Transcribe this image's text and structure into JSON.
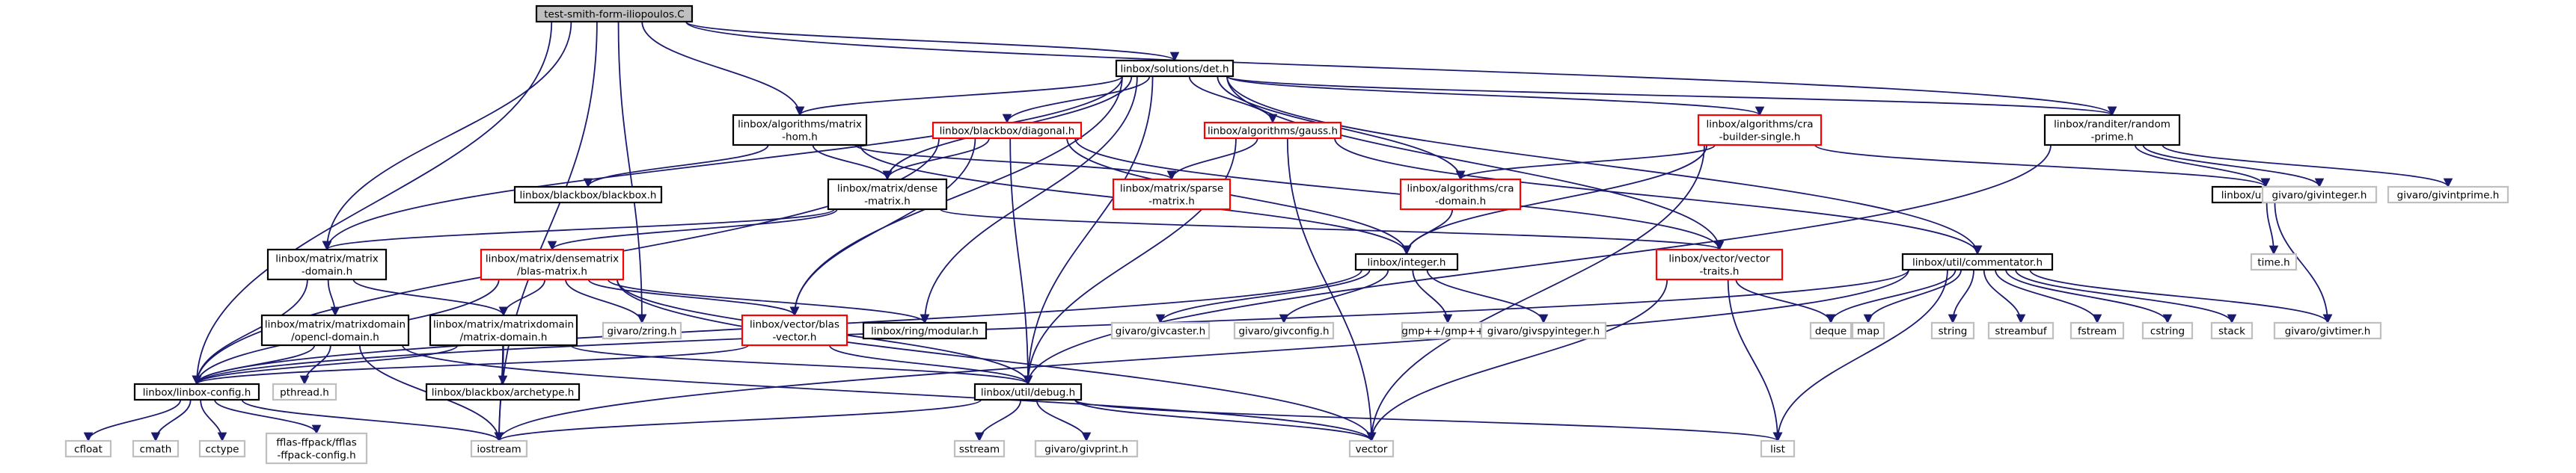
{
  "colors": {
    "edge": "#191970",
    "border_black": "#000000",
    "border_red": "#ff0000",
    "border_gray": "#bfbfbf",
    "root_fill": "#bfbfbf",
    "fill": "#ffffff",
    "text": "#000000"
  },
  "graph": {
    "nodes": [
      {
        "id": "root",
        "lines": [
          "test-smith-form-iliopoulos.C"
        ],
        "border": "black",
        "filled": true
      },
      {
        "id": "solutions_det",
        "lines": [
          "linbox/solutions/det.h"
        ],
        "border": "black"
      },
      {
        "id": "randiter_random_prime",
        "lines": [
          "linbox/randiter/random",
          "-prime.h"
        ],
        "border": "black"
      },
      {
        "id": "algorithms_matrix_hom",
        "lines": [
          "linbox/algorithms/matrix",
          "-hom.h"
        ],
        "border": "black"
      },
      {
        "id": "blackbox_diagonal",
        "lines": [
          "linbox/blackbox/diagonal.h"
        ],
        "border": "red"
      },
      {
        "id": "algorithms_gauss",
        "lines": [
          "linbox/algorithms/gauss.h"
        ],
        "border": "red"
      },
      {
        "id": "algorithms_cra_builder_single",
        "lines": [
          "linbox/algorithms/cra",
          "-builder-single.h"
        ],
        "border": "red"
      },
      {
        "id": "blackbox_blackbox",
        "lines": [
          "linbox/blackbox/blackbox.h"
        ],
        "border": "black"
      },
      {
        "id": "matrix_sparse_matrix",
        "lines": [
          "linbox/matrix/sparse",
          "-matrix.h"
        ],
        "border": "red"
      },
      {
        "id": "matrix_dense_matrix",
        "lines": [
          "linbox/matrix/dense",
          "-matrix.h"
        ],
        "border": "black"
      },
      {
        "id": "algorithms_cra_domain",
        "lines": [
          "linbox/algorithms/cra",
          "-domain.h"
        ],
        "border": "red"
      },
      {
        "id": "util_timer",
        "lines": [
          "linbox/util/timer.h"
        ],
        "border": "black"
      },
      {
        "id": "givinteger",
        "lines": [
          "givaro/givinteger.h"
        ],
        "border": "gray"
      },
      {
        "id": "givintprime",
        "lines": [
          "givaro/givintprime.h"
        ],
        "border": "gray"
      },
      {
        "id": "time_h",
        "lines": [
          "time.h"
        ],
        "border": "gray"
      },
      {
        "id": "matrix_matrix_domain",
        "lines": [
          "linbox/matrix/matrix",
          "-domain.h"
        ],
        "border": "black"
      },
      {
        "id": "densematrix_blas_matrix",
        "lines": [
          "linbox/matrix/densematrix",
          "/blas-matrix.h"
        ],
        "border": "red"
      },
      {
        "id": "integer_h",
        "lines": [
          "linbox/integer.h"
        ],
        "border": "black"
      },
      {
        "id": "vector_vector_traits",
        "lines": [
          "linbox/vector/vector",
          "-traits.h"
        ],
        "border": "red"
      },
      {
        "id": "util_commentator",
        "lines": [
          "linbox/util/commentator.h"
        ],
        "border": "black"
      },
      {
        "id": "opencl_domain",
        "lines": [
          "linbox/matrix/matrixdomain",
          "/opencl-domain.h"
        ],
        "border": "black"
      },
      {
        "id": "mdomain_matrix_domain",
        "lines": [
          "linbox/matrix/matrixdomain",
          "/matrix-domain.h"
        ],
        "border": "black"
      },
      {
        "id": "givzring",
        "lines": [
          "givaro/zring.h"
        ],
        "border": "gray"
      },
      {
        "id": "vector_blas_vector",
        "lines": [
          "linbox/vector/blas",
          "-vector.h"
        ],
        "border": "red"
      },
      {
        "id": "ring_modular",
        "lines": [
          "linbox/ring/modular.h"
        ],
        "border": "black"
      },
      {
        "id": "givcaster",
        "lines": [
          "givaro/givcaster.h"
        ],
        "border": "gray"
      },
      {
        "id": "givconfig",
        "lines": [
          "givaro/givconfig.h"
        ],
        "border": "gray"
      },
      {
        "id": "gmpxx",
        "lines": [
          "gmp++/gmp++.h"
        ],
        "border": "gray"
      },
      {
        "id": "givspyinteger",
        "lines": [
          "givaro/givspyinteger.h"
        ],
        "border": "gray"
      },
      {
        "id": "deque",
        "lines": [
          "deque"
        ],
        "border": "gray"
      },
      {
        "id": "map",
        "lines": [
          "map"
        ],
        "border": "gray"
      },
      {
        "id": "string",
        "lines": [
          "string"
        ],
        "border": "gray"
      },
      {
        "id": "streambuf",
        "lines": [
          "streambuf"
        ],
        "border": "gray"
      },
      {
        "id": "fstream",
        "lines": [
          "fstream"
        ],
        "border": "gray"
      },
      {
        "id": "cstring",
        "lines": [
          "cstring"
        ],
        "border": "gray"
      },
      {
        "id": "stack",
        "lines": [
          "stack"
        ],
        "border": "gray"
      },
      {
        "id": "givtimer",
        "lines": [
          "givaro/givtimer.h"
        ],
        "border": "gray"
      },
      {
        "id": "linbox_config",
        "lines": [
          "linbox/linbox-config.h"
        ],
        "border": "black"
      },
      {
        "id": "pthread",
        "lines": [
          "pthread.h"
        ],
        "border": "gray"
      },
      {
        "id": "blackbox_archetype",
        "lines": [
          "linbox/blackbox/archetype.h"
        ],
        "border": "black"
      },
      {
        "id": "util_debug",
        "lines": [
          "linbox/util/debug.h"
        ],
        "border": "black"
      },
      {
        "id": "cfloat",
        "lines": [
          "cfloat"
        ],
        "border": "gray"
      },
      {
        "id": "cmath",
        "lines": [
          "cmath"
        ],
        "border": "gray"
      },
      {
        "id": "cctype",
        "lines": [
          "cctype"
        ],
        "border": "gray"
      },
      {
        "id": "fflas_config",
        "lines": [
          "fflas-ffpack/fflas",
          "-ffpack-config.h"
        ],
        "border": "gray"
      },
      {
        "id": "iostream",
        "lines": [
          "iostream"
        ],
        "border": "gray"
      },
      {
        "id": "vector",
        "lines": [
          "vector"
        ],
        "border": "gray"
      },
      {
        "id": "sstream",
        "lines": [
          "sstream"
        ],
        "border": "gray"
      },
      {
        "id": "givprint",
        "lines": [
          "givaro/givprint.h"
        ],
        "border": "gray"
      },
      {
        "id": "list",
        "lines": [
          "list"
        ],
        "border": "gray"
      }
    ],
    "edges": [
      [
        "root",
        "solutions_det"
      ],
      [
        "root",
        "randiter_random_prime"
      ],
      [
        "root",
        "algorithms_matrix_hom"
      ],
      [
        "root",
        "matrix_matrix_domain"
      ],
      [
        "root",
        "linbox_config"
      ],
      [
        "root",
        "iostream"
      ],
      [
        "root",
        "givzring"
      ],
      [
        "solutions_det",
        "algorithms_matrix_hom"
      ],
      [
        "solutions_det",
        "blackbox_diagonal"
      ],
      [
        "solutions_det",
        "algorithms_gauss"
      ],
      [
        "solutions_det",
        "algorithms_cra_builder_single"
      ],
      [
        "solutions_det",
        "algorithms_cra_domain"
      ],
      [
        "solutions_det",
        "randiter_random_prime"
      ],
      [
        "solutions_det",
        "util_commentator"
      ],
      [
        "solutions_det",
        "vector_vector_traits"
      ],
      [
        "solutions_det",
        "matrix_matrix_domain"
      ],
      [
        "solutions_det",
        "matrix_dense_matrix"
      ],
      [
        "solutions_det",
        "vector_blas_vector"
      ],
      [
        "solutions_det",
        "ring_modular"
      ],
      [
        "solutions_det",
        "util_debug"
      ],
      [
        "algorithms_matrix_hom",
        "blackbox_blackbox"
      ],
      [
        "algorithms_matrix_hom",
        "matrix_dense_matrix"
      ],
      [
        "algorithms_matrix_hom",
        "integer_h"
      ],
      [
        "algorithms_matrix_hom",
        "matrix_sparse_matrix"
      ],
      [
        "blackbox_diagonal",
        "matrix_dense_matrix"
      ],
      [
        "blackbox_diagonal",
        "vector_vector_traits"
      ],
      [
        "blackbox_diagonal",
        "util_debug"
      ],
      [
        "blackbox_diagonal",
        "vector_blas_vector"
      ],
      [
        "blackbox_diagonal",
        "linbox_config"
      ],
      [
        "blackbox_diagonal",
        "integer_h"
      ],
      [
        "algorithms_gauss",
        "matrix_sparse_matrix"
      ],
      [
        "algorithms_gauss",
        "util_debug"
      ],
      [
        "algorithms_gauss",
        "util_commentator"
      ],
      [
        "algorithms_cra_builder_single",
        "algorithms_cra_domain"
      ],
      [
        "algorithms_cra_builder_single",
        "integer_h"
      ],
      [
        "algorithms_cra_builder_single",
        "util_timer"
      ],
      [
        "algorithms_cra_builder_single",
        "vector"
      ],
      [
        "randiter_random_prime",
        "util_timer"
      ],
      [
        "randiter_random_prime",
        "givinteger"
      ],
      [
        "randiter_random_prime",
        "givintprime"
      ],
      [
        "randiter_random_prime",
        "util_debug"
      ],
      [
        "util_timer",
        "time_h"
      ],
      [
        "util_timer",
        "givtimer"
      ],
      [
        "algorithms_cra_domain",
        "integer_h"
      ],
      [
        "matrix_dense_matrix",
        "densematrix_blas_matrix"
      ],
      [
        "matrix_dense_matrix",
        "matrix_matrix_domain"
      ],
      [
        "matrix_dense_matrix",
        "vector_vector_traits"
      ],
      [
        "matrix_matrix_domain",
        "opencl_domain"
      ],
      [
        "matrix_matrix_domain",
        "mdomain_matrix_domain"
      ],
      [
        "matrix_matrix_domain",
        "linbox_config"
      ],
      [
        "densematrix_blas_matrix",
        "givzring"
      ],
      [
        "densematrix_blas_matrix",
        "vector_blas_vector"
      ],
      [
        "densematrix_blas_matrix",
        "ring_modular"
      ],
      [
        "densematrix_blas_matrix",
        "mdomain_matrix_domain"
      ],
      [
        "densematrix_blas_matrix",
        "util_debug"
      ],
      [
        "densematrix_blas_matrix",
        "linbox_config"
      ],
      [
        "integer_h",
        "givcaster"
      ],
      [
        "integer_h",
        "givconfig"
      ],
      [
        "integer_h",
        "gmpxx"
      ],
      [
        "integer_h",
        "givspyinteger"
      ],
      [
        "integer_h",
        "linbox_config"
      ],
      [
        "vector_vector_traits",
        "deque"
      ],
      [
        "vector_vector_traits",
        "vector"
      ],
      [
        "vector_vector_traits",
        "list"
      ],
      [
        "util_commentator",
        "deque"
      ],
      [
        "util_commentator",
        "map"
      ],
      [
        "util_commentator",
        "string"
      ],
      [
        "util_commentator",
        "streambuf"
      ],
      [
        "util_commentator",
        "fstream"
      ],
      [
        "util_commentator",
        "cstring"
      ],
      [
        "util_commentator",
        "stack"
      ],
      [
        "util_commentator",
        "givtimer"
      ],
      [
        "util_commentator",
        "list"
      ],
      [
        "util_commentator",
        "iostream"
      ],
      [
        "util_commentator",
        "linbox_config"
      ],
      [
        "opencl_domain",
        "linbox_config"
      ],
      [
        "opencl_domain",
        "pthread"
      ],
      [
        "opencl_domain",
        "iostream"
      ],
      [
        "opencl_domain",
        "vector"
      ],
      [
        "mdomain_matrix_domain",
        "blackbox_archetype"
      ],
      [
        "mdomain_matrix_domain",
        "linbox_config"
      ],
      [
        "mdomain_matrix_domain",
        "iostream"
      ],
      [
        "mdomain_matrix_domain",
        "util_debug"
      ],
      [
        "vector_blas_vector",
        "util_debug"
      ],
      [
        "vector_blas_vector",
        "linbox_config"
      ],
      [
        "util_debug",
        "iostream"
      ],
      [
        "util_debug",
        "sstream"
      ],
      [
        "util_debug",
        "givprint"
      ],
      [
        "util_debug",
        "vector"
      ],
      [
        "util_debug",
        "list"
      ],
      [
        "linbox_config",
        "cfloat"
      ],
      [
        "linbox_config",
        "cmath"
      ],
      [
        "linbox_config",
        "cctype"
      ],
      [
        "linbox_config",
        "fflas_config"
      ],
      [
        "linbox_config",
        "iostream"
      ],
      [
        "densematrix_blas_matrix",
        "vector"
      ],
      [
        "algorithms_gauss",
        "vector"
      ]
    ]
  }
}
